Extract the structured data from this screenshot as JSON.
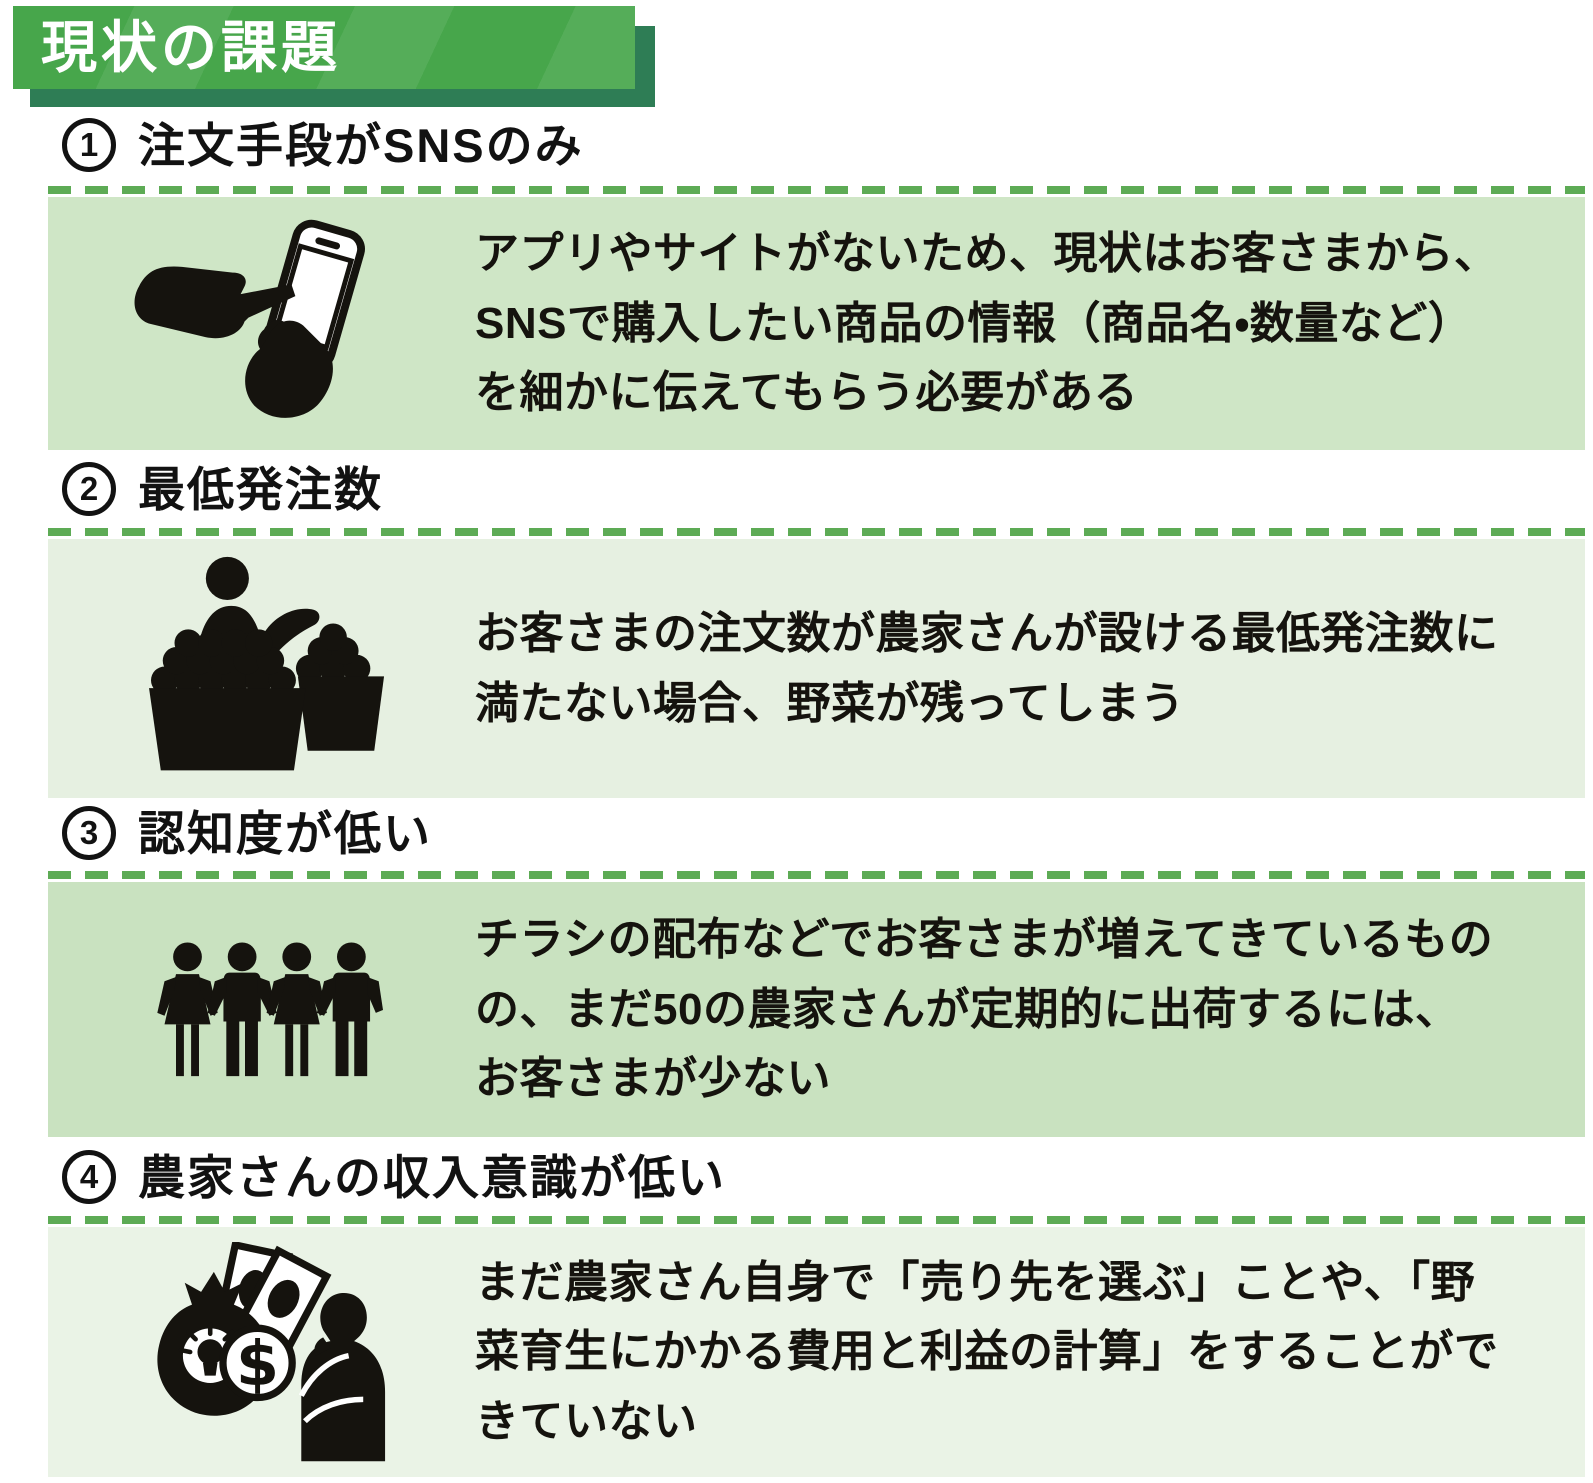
{
  "page": {
    "title": "現状の課題"
  },
  "theme": {
    "banner_green": "#47a64b",
    "banner_shadow_green": "#2e7d55",
    "dashed_line_green": "#5dab55",
    "box_green_dark": "#cfe6c6",
    "box_green_light": "#e6f0e1",
    "text_black": "#15130e",
    "title_text_white": "#ffffff"
  },
  "sections": [
    {
      "number": "1",
      "title": "注文手段がSNSのみ",
      "icon": "phone-tap-icon",
      "description": "アプリやサイトがないため、現状はお客さまから、\nSNSで購入したい商品の情報（商品名・数量など）\nを細かに伝えてもらう必要がある"
    },
    {
      "number": "2",
      "title": "最低発注数",
      "icon": "produce-vendor-icon",
      "description": "お客さまの注文数が農家さんが設ける最低発注数に\n満たない場合、野菜が残ってしまう"
    },
    {
      "number": "3",
      "title": "認知度が低い",
      "icon": "people-group-icon",
      "description": "チラシの配布などでお客さまが増えてきているもの\nの、まだ50の農家さんが定期的に出荷するには、\nお客さまが少ない"
    },
    {
      "number": "4",
      "title": "農家さんの収入意識が低い",
      "icon": "money-thinking-icon",
      "description": "まだ農家さん自身で「売り先を選ぶ」ことや、「野\n菜育生にかかる費用と利益の計算」をすることがで\nきていない"
    }
  ]
}
